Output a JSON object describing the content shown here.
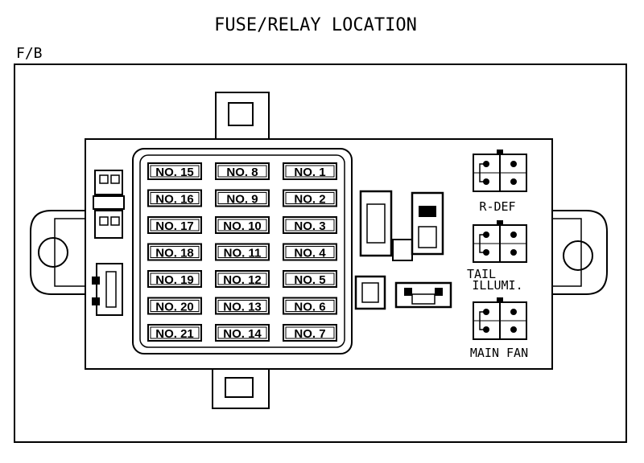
{
  "title": "FUSE/RELAY LOCATION",
  "panel_label": "F/B",
  "fuses": [
    "NO. 15",
    "NO. 8",
    "NO. 1",
    "NO. 16",
    "NO. 9",
    "NO. 2",
    "NO. 17",
    "NO. 10",
    "NO. 3",
    "NO. 18",
    "NO. 11",
    "NO. 4",
    "NO. 19",
    "NO. 12",
    "NO. 5",
    "NO. 20",
    "NO. 13",
    "NO. 6",
    "NO. 21",
    "NO. 14",
    "NO. 7"
  ],
  "relays": {
    "r_def": "R-DEF",
    "tail_illumi_1": "TAIL",
    "tail_illumi_2": "ILLUMI.",
    "main_fan": "MAIN FAN"
  }
}
